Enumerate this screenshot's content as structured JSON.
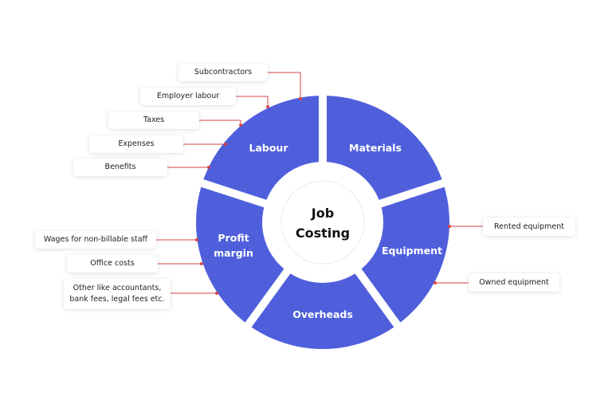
{
  "colors": {
    "segment": "#4f5fdc",
    "connector": "#d64545",
    "center_fill": "#ffffff",
    "label_text": "#222222"
  },
  "center": {
    "line1": "Job",
    "line2": "Costing"
  },
  "segments": [
    {
      "id": "labour",
      "label": "Labour"
    },
    {
      "id": "materials",
      "label": "Materials"
    },
    {
      "id": "equipment",
      "label": "Equipment"
    },
    {
      "id": "overheads",
      "label": "Overheads"
    },
    {
      "id": "profit",
      "label_line1": "Profit",
      "label_line2": "margin"
    }
  ],
  "labour_items": [
    "Subcontractors",
    "Employer labour",
    "Taxes",
    "Expenses",
    "Benefits"
  ],
  "profit_items": [
    "Wages for non-billable staff",
    "Office costs",
    "Other like accountants,",
    "bank fees, legal fees etc."
  ],
  "equipment_items": [
    "Rented equipment",
    "Owned equipment"
  ]
}
